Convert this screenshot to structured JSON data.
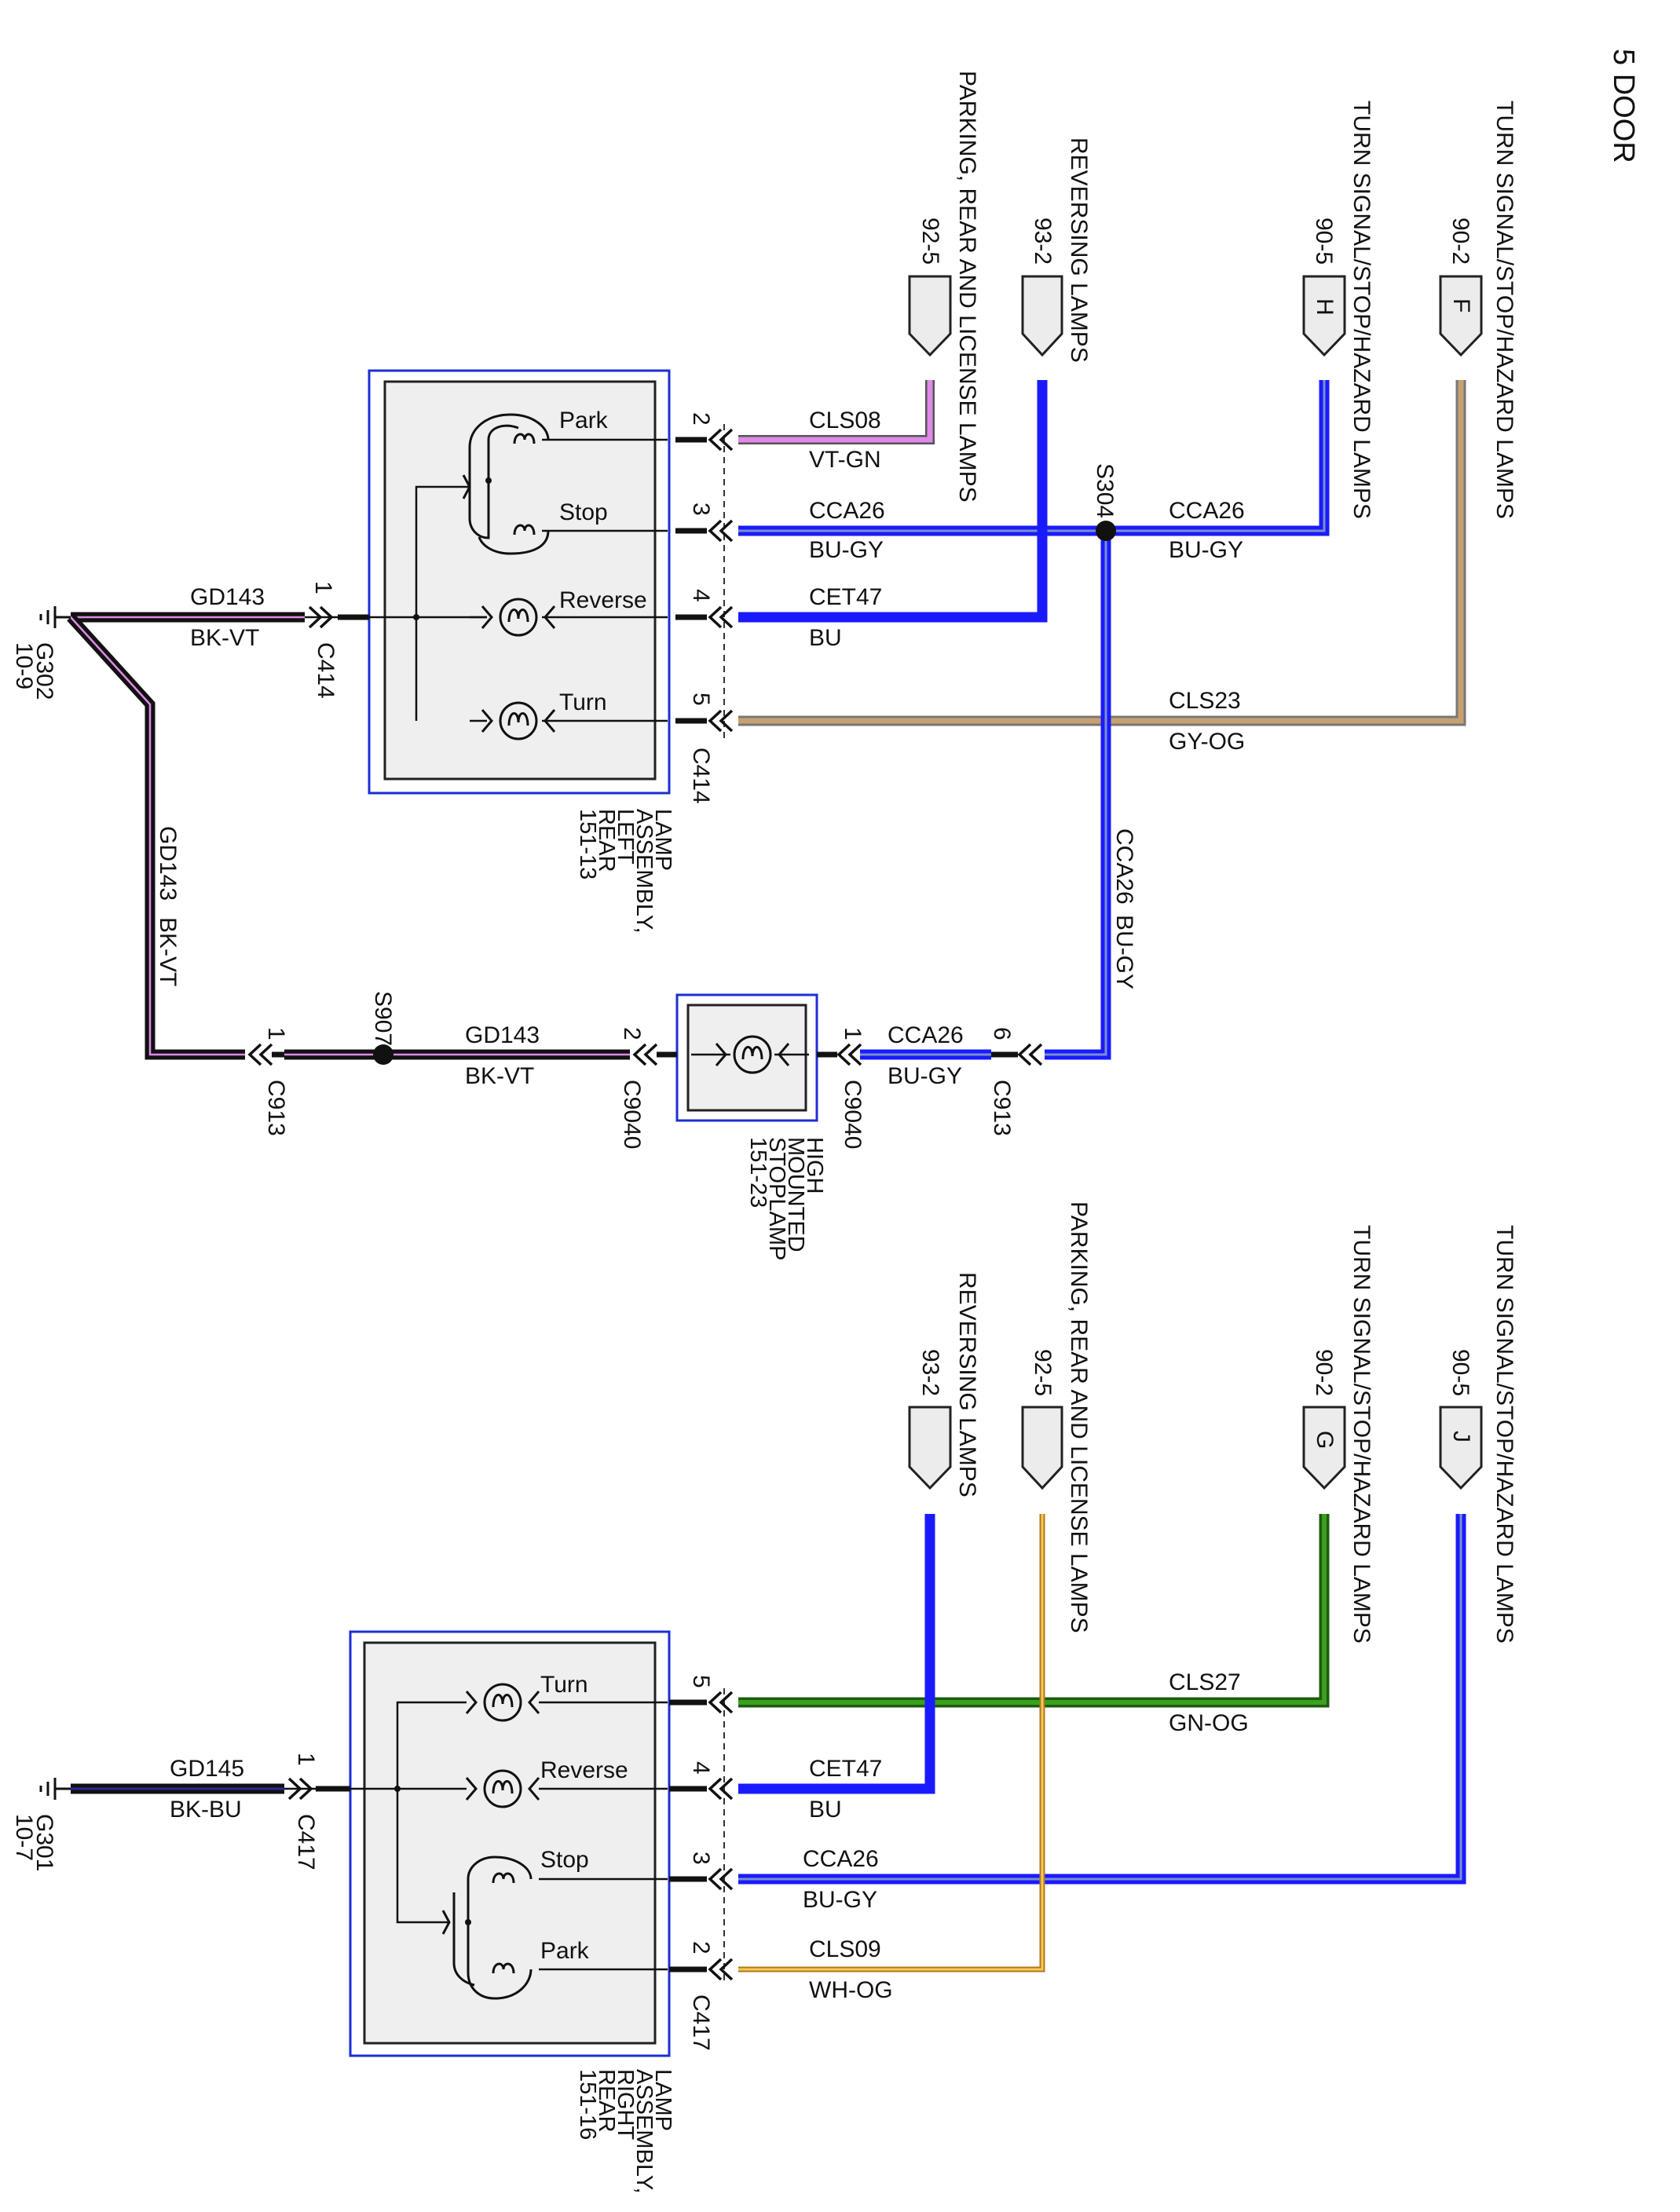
{
  "header": {
    "title": "5 DOOR"
  },
  "colors": {
    "blue": "#1a1aff",
    "violet": "#e08ae8",
    "tan": "#c8a070",
    "green": "#2e8b18",
    "yellow": "#f2b640",
    "black": "#111111",
    "box_blue": "#1a2fd6"
  },
  "wires": {
    "cls08": {
      "circuit": "CLS08",
      "color": "VT-GN"
    },
    "cca26_stop_left": {
      "circuit": "CCA26",
      "color": "BU-GY"
    },
    "cca26_feed": {
      "circuit": "CCA26",
      "color": "BU-GY"
    },
    "cet47_left": {
      "circuit": "CET47",
      "color": "BU"
    },
    "cls23": {
      "circuit": "CLS23",
      "color": "GY-OG"
    },
    "cca26_vertical": {
      "circuit": "CCA26",
      "color": "BU-GY"
    },
    "cca26_hmsl": {
      "circuit": "CCA26",
      "color": "BU-GY"
    },
    "gd143_left": {
      "circuit": "GD143",
      "color": "BK-VT"
    },
    "gd143_vertical": {
      "circuit": "GD143",
      "color": "BK-VT"
    },
    "gd143_hmsl": {
      "circuit": "GD143",
      "color": "BK-VT"
    },
    "cls27": {
      "circuit": "CLS27",
      "color": "GN-OG"
    },
    "cet47_right": {
      "circuit": "CET47",
      "color": "BU"
    },
    "cca26_right": {
      "circuit": "CCA26",
      "color": "BU-GY"
    },
    "cls09": {
      "circuit": "CLS09",
      "color": "WH-OG"
    },
    "gd145": {
      "circuit": "GD145",
      "color": "BK-BU"
    }
  },
  "sources": {
    "left_park": {
      "ref": "92-5",
      "pin": "",
      "label": "PARKING, REAR AND LICENSE LAMPS"
    },
    "left_reverse": {
      "ref": "93-2",
      "pin": "",
      "label": "REVERSING LAMPS"
    },
    "left_stop": {
      "ref": "90-5",
      "pin": "H",
      "label": "TURN SIGNAL/STOP/HAZARD LAMPS"
    },
    "left_turn": {
      "ref": "90-2",
      "pin": "F",
      "label": "TURN SIGNAL/STOP/HAZARD LAMPS"
    },
    "right_reverse": {
      "ref": "93-2",
      "pin": "",
      "label": "REVERSING LAMPS"
    },
    "right_park": {
      "ref": "92-5",
      "pin": "",
      "label": "PARKING, REAR AND LICENSE LAMPS"
    },
    "right_turn": {
      "ref": "90-2",
      "pin": "G",
      "label": "TURN SIGNAL/STOP/HAZARD LAMPS"
    },
    "right_stop": {
      "ref": "90-5",
      "pin": "J",
      "label": "TURN SIGNAL/STOP/HAZARD LAMPS"
    }
  },
  "splices": {
    "s304": "S304",
    "s907": "S907"
  },
  "grounds": {
    "g302": {
      "id": "G302",
      "ref": "10-9"
    },
    "g301": {
      "id": "G301",
      "ref": "10-7"
    }
  },
  "connectors": {
    "c414": "C414",
    "c417": "C417",
    "c913": "C913",
    "c9040": "C9040"
  },
  "pins": {
    "left": [
      "2",
      "3",
      "4",
      "5"
    ],
    "left_ground": "1",
    "right": [
      "5",
      "4",
      "3",
      "2"
    ],
    "right_ground": "1",
    "hmsl_in": "1",
    "hmsl_out": "2",
    "c913_in": "6",
    "c913_out": "1"
  },
  "components": {
    "left_lamp": {
      "lines": [
        "LAMP",
        "ASSEMBLY,",
        "LEFT",
        "REAR",
        "151-13"
      ],
      "bulbs": [
        "Park",
        "Stop",
        "Reverse",
        "Turn"
      ]
    },
    "hmsl": {
      "lines": [
        "HIGH",
        "MOUNTED",
        "STOPLAMP",
        "151-23"
      ]
    },
    "right_lamp": {
      "lines": [
        "LAMP",
        "ASSEMBLY,",
        "RIGHT",
        "REAR",
        "151-16"
      ],
      "bulbs": [
        "Turn",
        "Reverse",
        "Stop",
        "Park"
      ]
    }
  }
}
